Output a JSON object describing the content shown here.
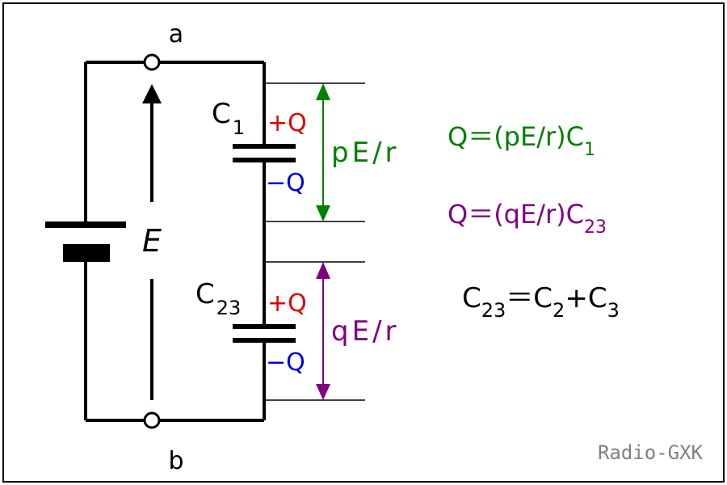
{
  "colors": {
    "wire": "#000000",
    "positive": "#e00000",
    "negative": "#0000e0",
    "green": "#008000",
    "purple": "#800080",
    "watermark": "#808080"
  },
  "terminals": {
    "top": "a",
    "bottom": "b"
  },
  "battery": {
    "label": "E"
  },
  "capacitor1": {
    "name": "C",
    "sub": "1",
    "pos": "+Q",
    "neg": "−Q"
  },
  "capacitor23": {
    "name": "C",
    "sub": "23",
    "pos": "+Q",
    "neg": "−Q"
  },
  "dims": {
    "upper": "pE/r",
    "lower": "qE/r"
  },
  "equations": {
    "eq1": {
      "lhs": "Q＝(pE/r)C",
      "sub": "1"
    },
    "eq2": {
      "lhs": "Q＝(qE/r)C",
      "sub": "23"
    },
    "eq3": {
      "c": "C",
      "c_sub": "23",
      "eq": "＝C",
      "sub2": "2",
      "plus": "+C",
      "sub3": "3"
    }
  },
  "watermark": "Radio-GXK"
}
